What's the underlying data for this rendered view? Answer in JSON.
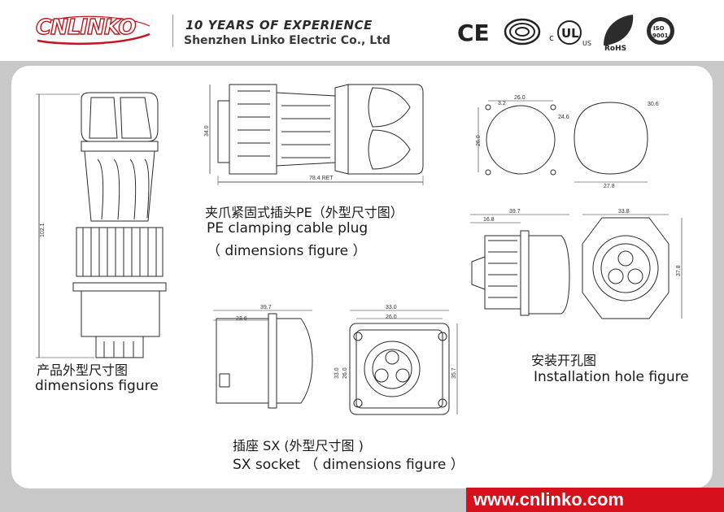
{
  "header": {
    "logo_text": "CNLINKO",
    "slogan": "10 YEARS OF  EXPERIENCE",
    "company": "Shenzhen Linko Electric Co., Ltd",
    "cert_icons": [
      "ce-mark-icon",
      "ccc-mark-icon",
      "ul-listed-icon",
      "rohs-icon",
      "iso9001-icon"
    ],
    "cert_labels": {
      "ce": "CE",
      "ul": "UL",
      "ul_c": "c",
      "ul_us": "US",
      "rohs": "RoHS",
      "iso": "ISO",
      "iso_num": "9001"
    }
  },
  "plug": {
    "caption_cn": "产品外型尺寸图",
    "caption_en": "dimensions figure",
    "dim_length": "102.1"
  },
  "pe_plug": {
    "caption_cn": "夹爪紧固式插头PE（外型尺寸图）",
    "caption_en": "PE  clamping cable plug",
    "caption_en2": "（ dimensions figure ）",
    "dim_height": "34.0",
    "dim_length": "78.4 RET"
  },
  "install": {
    "caption_cn": "安装开孔图",
    "caption_en": "Installation hole figure",
    "dim_hole": "3.2",
    "dim_pitch": "26.0",
    "dim_diameter": "24.6",
    "dim_side": "26.0",
    "dim_circle": "30.6",
    "dim_width": "27.8"
  },
  "front_panel": {
    "dim_length": "39.7",
    "dim_inner": "16.8",
    "dim_width": "33.8",
    "dim_height": "37.8"
  },
  "socket": {
    "caption_cn": "插座 SX (外型尺寸图 )",
    "caption_en": "SX socket  （ dimensions figure ）",
    "dim_length": "39.7",
    "dim_inner": "23.6",
    "dim_outer": "33.0",
    "dim_pitch": "26.0",
    "dim_height_a": "33.0",
    "dim_height_b": "26.0",
    "dim_height_c": "35.7"
  },
  "footer": {
    "website": "www.cnlinko.com"
  },
  "colors": {
    "brand_red": "#c0161c",
    "background": "#c8c8c8"
  }
}
